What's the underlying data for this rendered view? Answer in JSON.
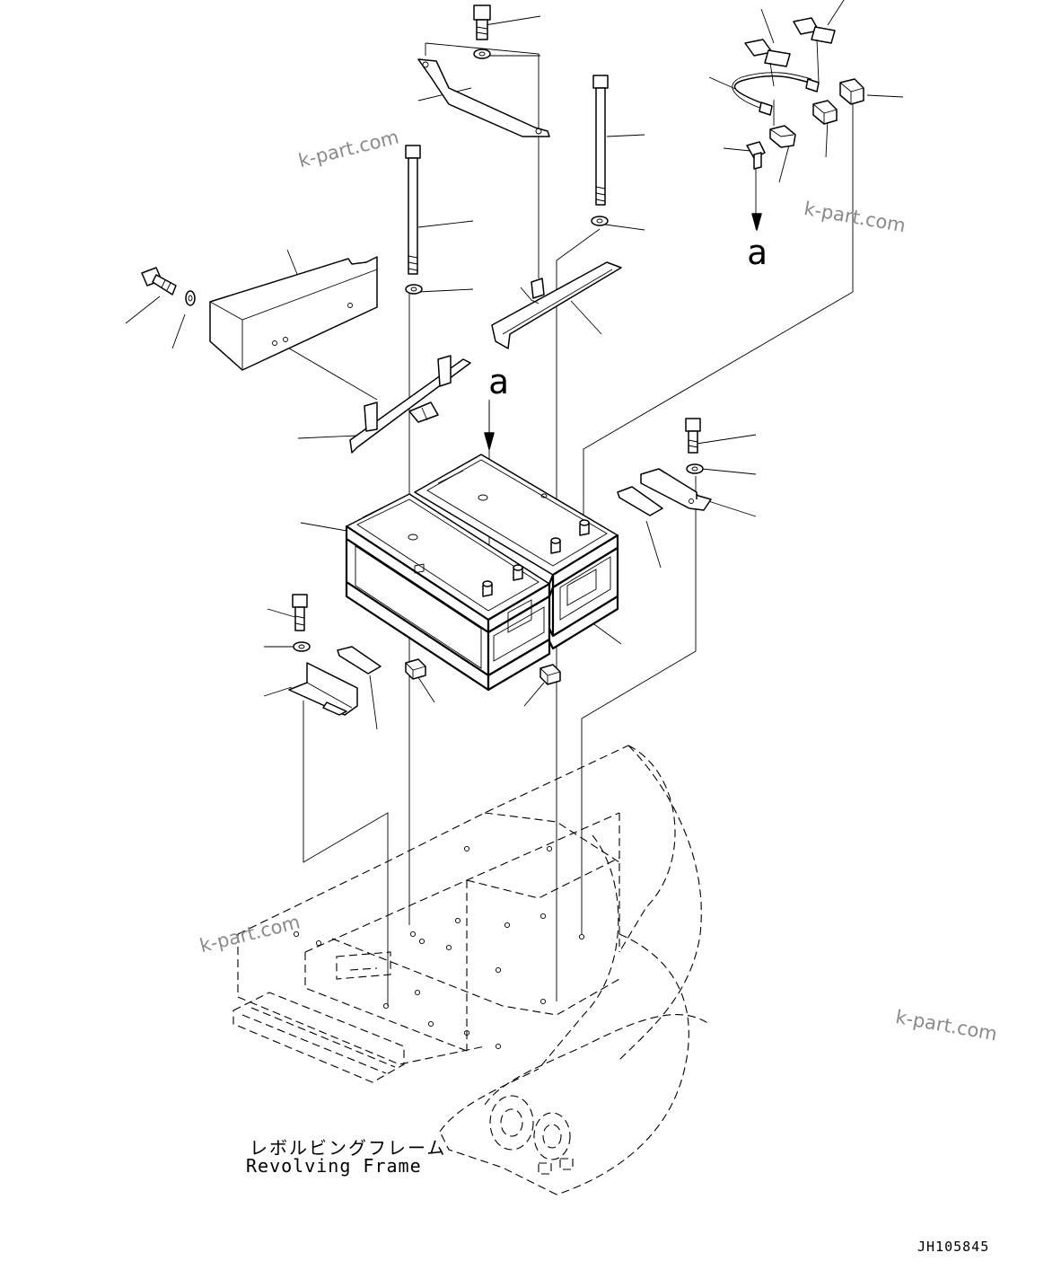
{
  "frame_label": {
    "japanese": "レボルビングフレーム",
    "english": "Revolving Frame"
  },
  "view_marker": "a",
  "drawing_number": "JH105845",
  "watermark": "k-part.com"
}
